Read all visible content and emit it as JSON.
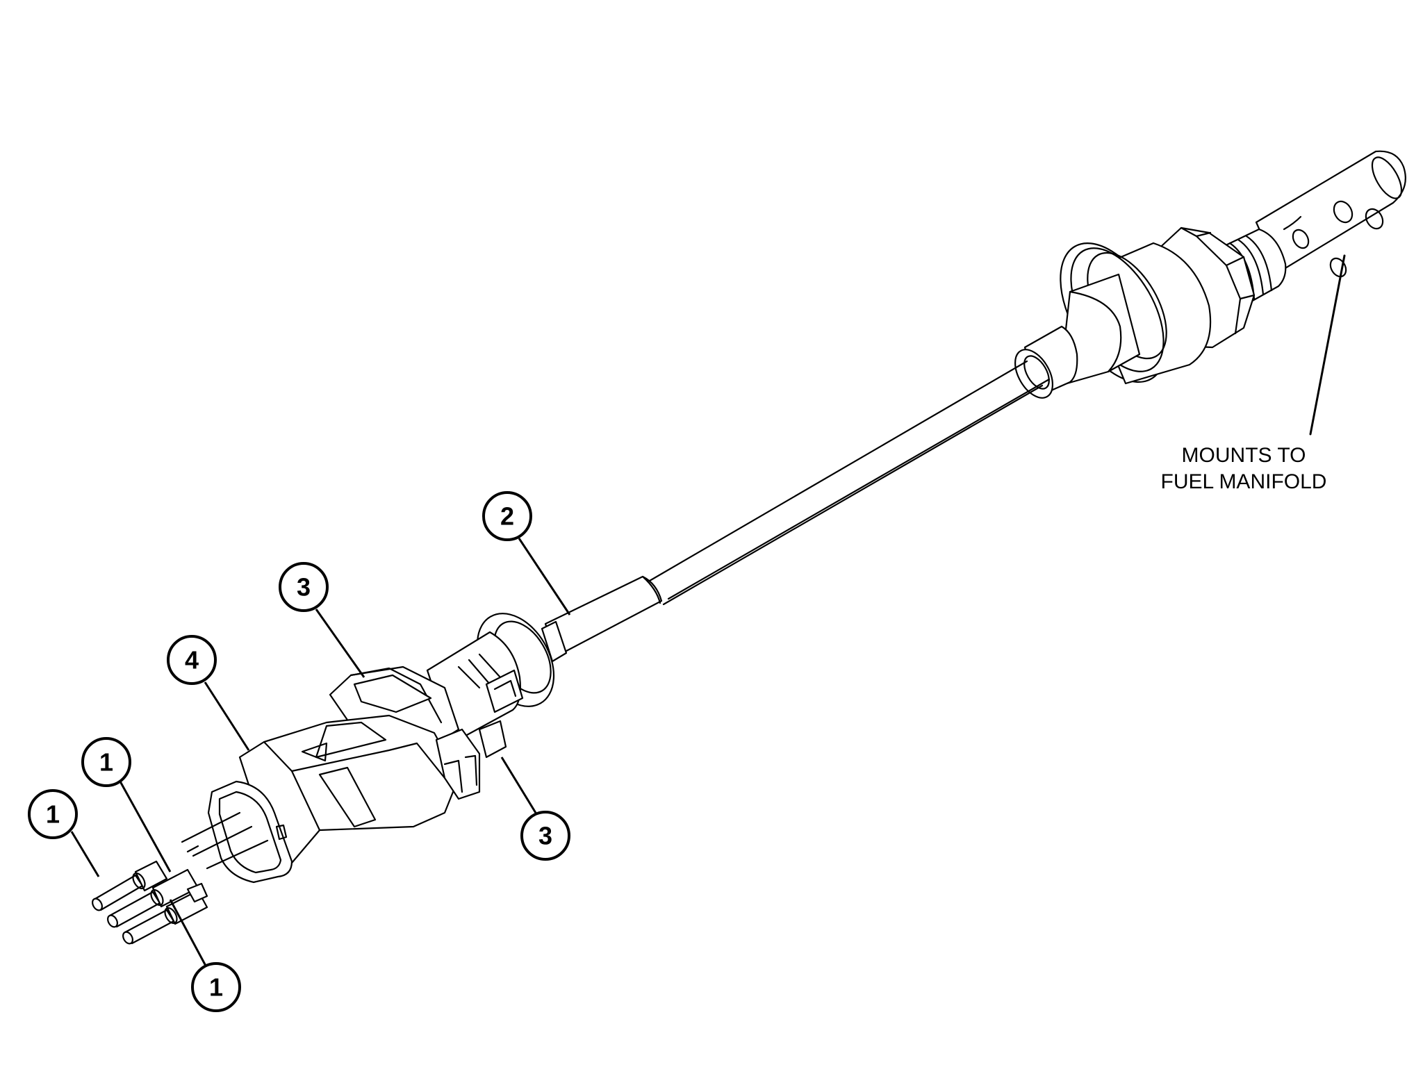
{
  "balloons": [
    {
      "id": "item-1-a",
      "label": "1"
    },
    {
      "id": "item-1-b",
      "label": "1"
    },
    {
      "id": "item-1-c",
      "label": "1"
    },
    {
      "id": "item-2",
      "label": "2"
    },
    {
      "id": "item-3-a",
      "label": "3"
    },
    {
      "id": "item-3-b",
      "label": "3"
    },
    {
      "id": "item-4",
      "label": "4"
    }
  ],
  "note": {
    "line1": "MOUNTS TO",
    "line2": "FUEL MANIFOLD"
  }
}
